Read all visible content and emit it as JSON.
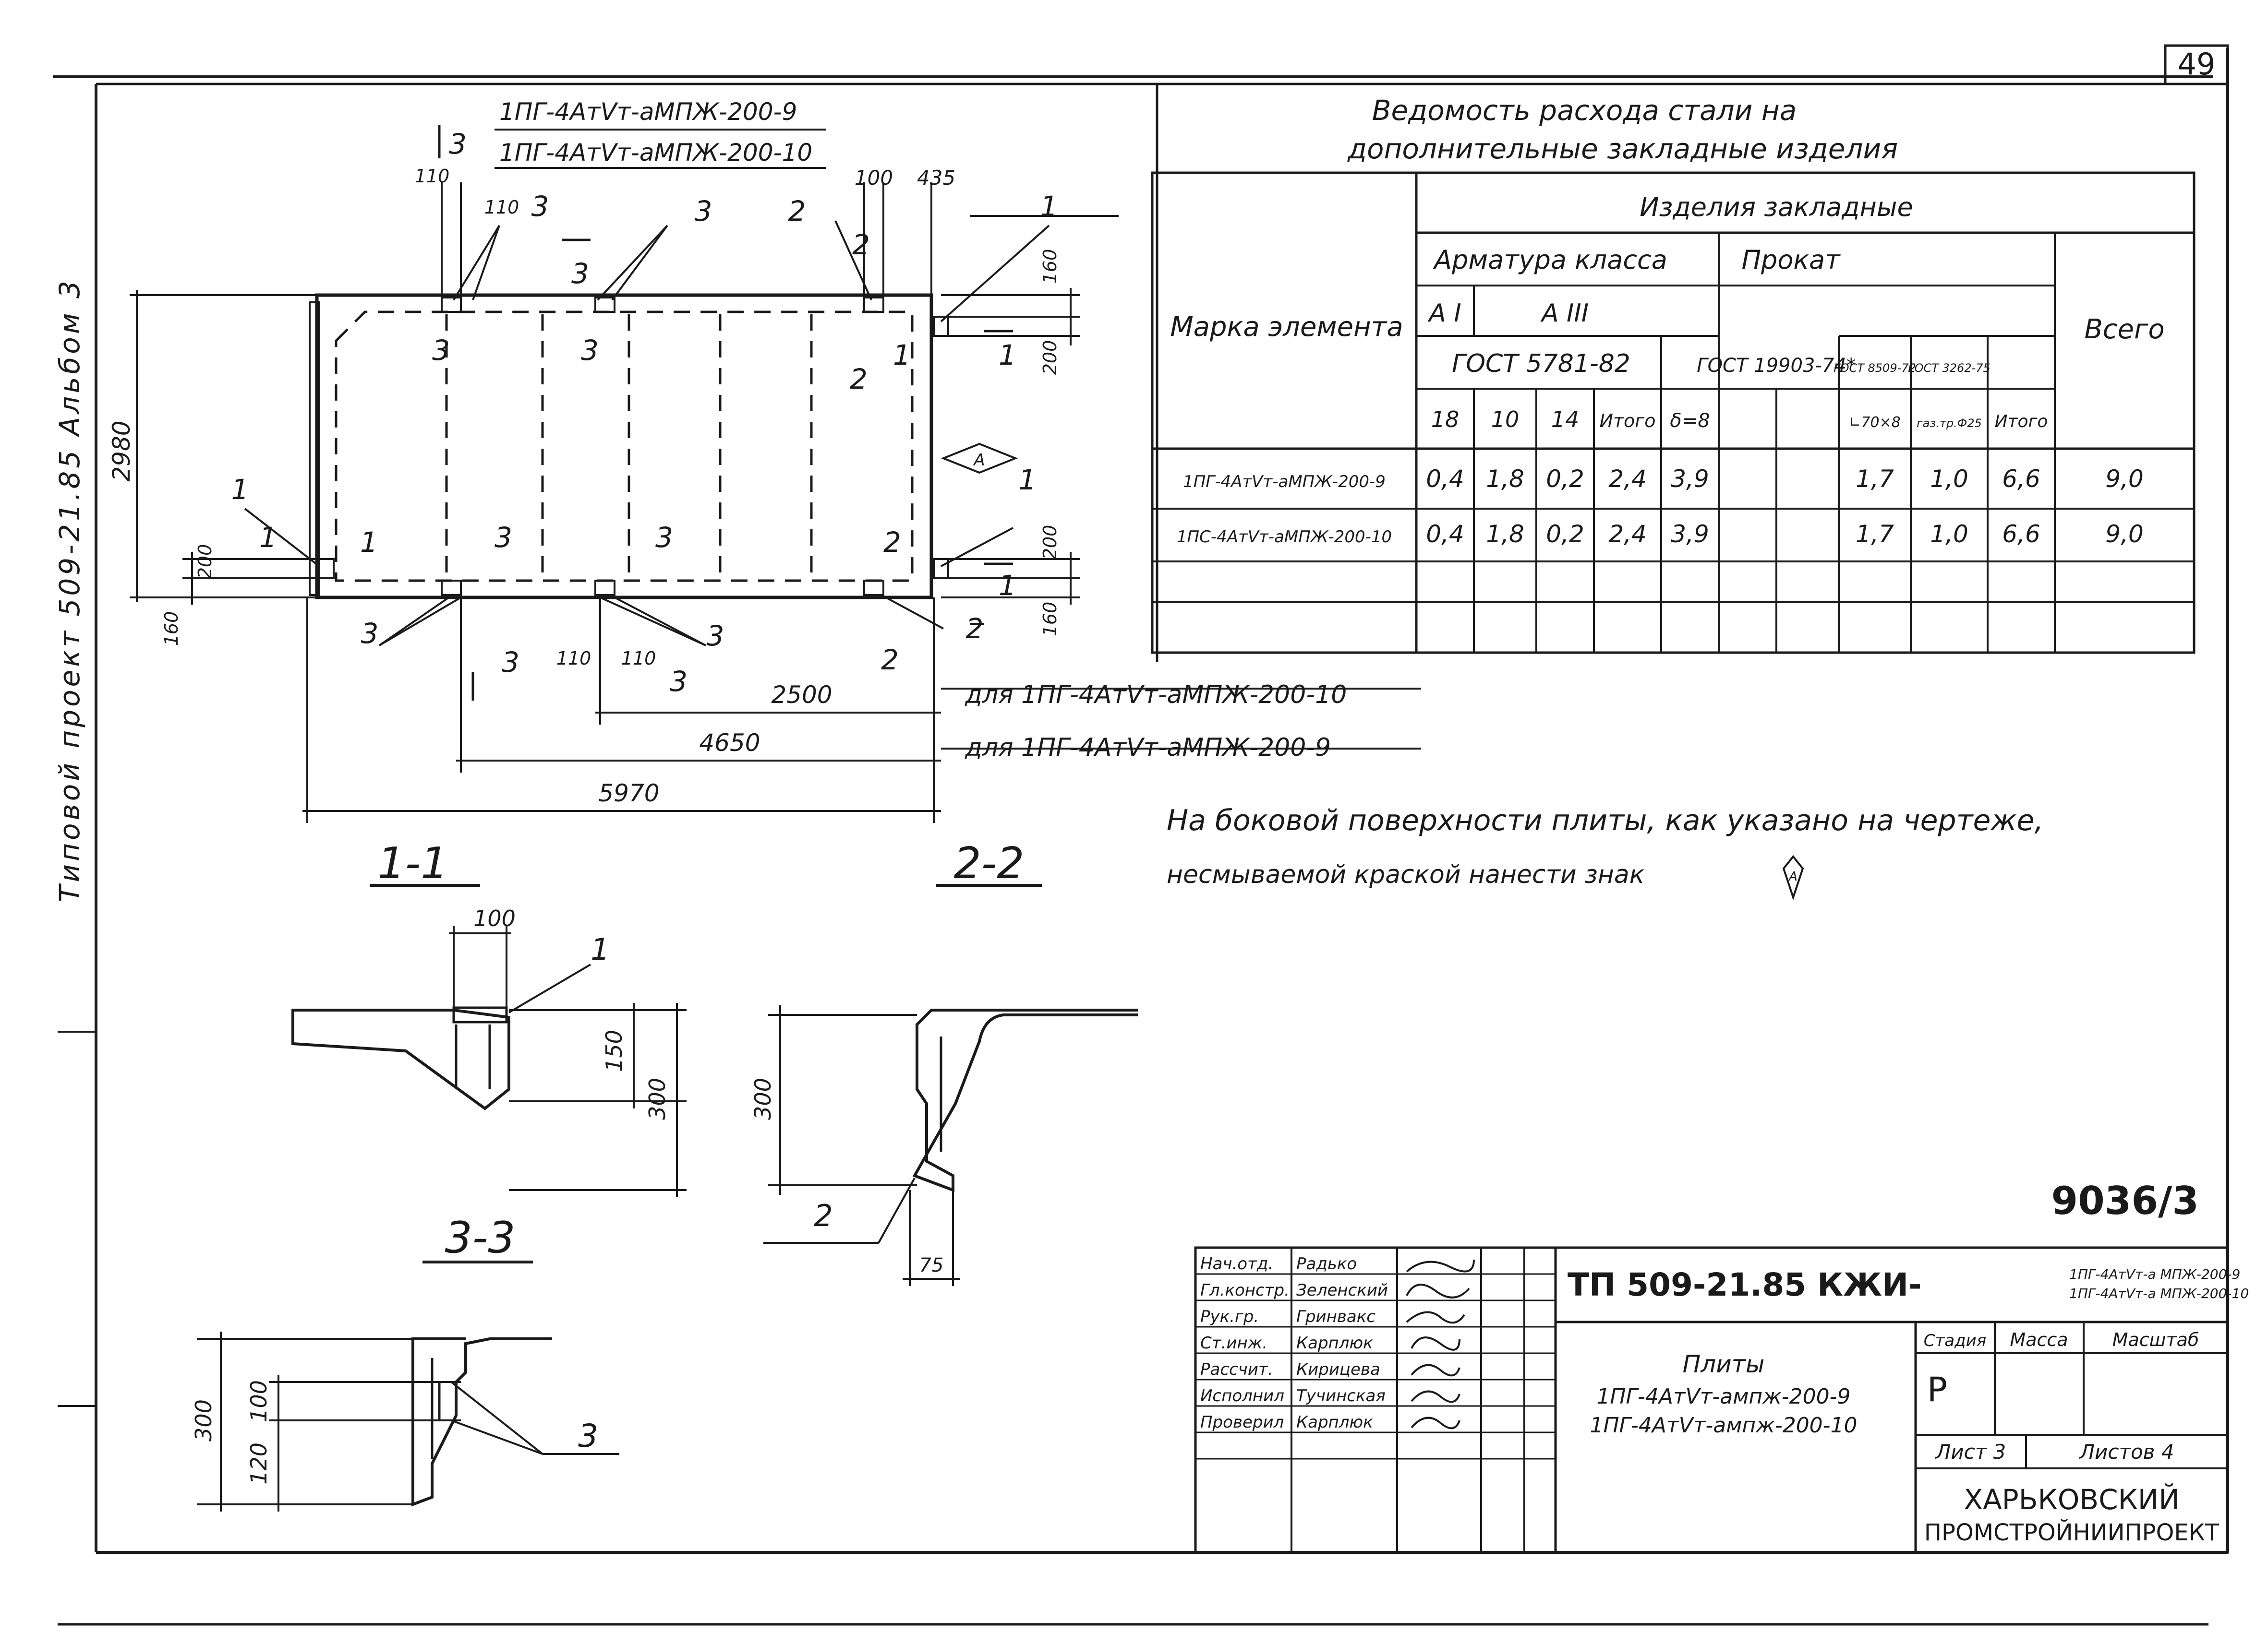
{
  "sheet_number": "49",
  "side_text": "Типовой проект 509-21.85 Альбом 3",
  "plan": {
    "mark_line_1": "1ПГ-4АтVт-аМПЖ-200-9",
    "mark_line_2": "1ПГ-4АтVт-аМПЖ-200-10",
    "dims": {
      "width_total": "5970",
      "dist_4650": "4650",
      "dist_2500": "2500",
      "height_total": "2980",
      "d110a": "110",
      "d110b": "110",
      "d100": "100",
      "d435": "435",
      "d160_tr": "160",
      "d200_tr": "200",
      "d200_l": "200",
      "d160_l": "160",
      "d200_br": "200",
      "d160_br": "160",
      "d110c": "110",
      "d110d": "110"
    },
    "note_for_10": "для 1ПГ-4АтVт-аМПЖ-200-10",
    "note_for_9": "для 1ПГ-4АтVт-аМПЖ-200-9",
    "section_marker_A": "А",
    "labels": {
      "c1": "1",
      "c2": "2",
      "c3": "3"
    }
  },
  "sections": {
    "s11": {
      "title": "1-1",
      "d100": "100",
      "d150": "150",
      "d300": "300",
      "pos": "1"
    },
    "s22": {
      "title": "2-2",
      "d300": "300",
      "d75": "75",
      "pos": "2"
    },
    "s33": {
      "title": "3-3",
      "d300": "300",
      "d100": "100",
      "d120": "120",
      "pos": "3"
    }
  },
  "table": {
    "title_1": "Ведомость расхода стали на",
    "title_2": "дополнительные закладные изделия",
    "col_mark": "Марка элемента",
    "col_group": "Изделия закладные",
    "col_armature": "Арматура класса",
    "col_rolled": "Прокат",
    "col_total": "Всего",
    "col_ai": "А I",
    "col_aiii": "А III",
    "gost_5781": "ГОСТ 5781-82",
    "gost_19903": "ГОСТ 19903-74*",
    "gost_8509": "ГОСТ 8509-72",
    "gost_3262": "ГОСТ 3262-75",
    "sub": [
      "18",
      "10",
      "14",
      "Итого",
      "δ=8",
      "",
      "∟70×8",
      "газ.тр.Ф25",
      "Итого"
    ],
    "rows": [
      {
        "mark": "1ПГ-4АтVт-аМПЖ-200-9",
        "v": [
          "0,4",
          "1,8",
          "0,2",
          "2,4",
          "3,9",
          "",
          "1,7",
          "1,0",
          "6,6",
          "9,0"
        ]
      },
      {
        "mark": "1ПС-4АтVт-аМПЖ-200-10",
        "v": [
          "0,4",
          "1,8",
          "0,2",
          "2,4",
          "3,9",
          "",
          "1,7",
          "1,0",
          "6,6",
          "9,0"
        ]
      }
    ]
  },
  "note_line_1": "На боковой поверхности плиты, как указано на чертеже,",
  "note_line_2": "несмываемой краской нанести знак",
  "note_sign": "А",
  "inventory_number": "9036/3",
  "stamp": {
    "code": "ТП 509-21.85 КЖИ-",
    "code_mark_1": "1ПГ-4АтVт-а МПЖ-200-9",
    "code_mark_2": "1ПГ-4АтVт-а МПЖ-200-10",
    "roles": [
      {
        "role": "Нач.отд.",
        "name": "Радько"
      },
      {
        "role": "Гл.констр.",
        "name": "Зеленский"
      },
      {
        "role": "Рук.гр.",
        "name": "Гринвакс"
      },
      {
        "role": "Ст.инж.",
        "name": "Карплюк"
      },
      {
        "role": "Рассчит.",
        "name": "Кирицева"
      },
      {
        "role": "Исполнил",
        "name": "Тучинская"
      },
      {
        "role": "Проверил",
        "name": "Карплюк"
      }
    ],
    "doc_title": "Плиты",
    "doc_mark_1": "1ПГ-4АтVт-ампж-200-9",
    "doc_mark_2": "1ПГ-4АтVт-ампж-200-10",
    "h_stage": "Стадия",
    "h_mass": "Масса",
    "h_scale": "Масштаб",
    "stage": "Р",
    "sheet": "Лист 3",
    "sheets": "Листов 4",
    "org_1": "ХАРЬКОВСКИЙ",
    "org_2": "ПРОМСТРОЙНИИПРОЕКТ"
  }
}
